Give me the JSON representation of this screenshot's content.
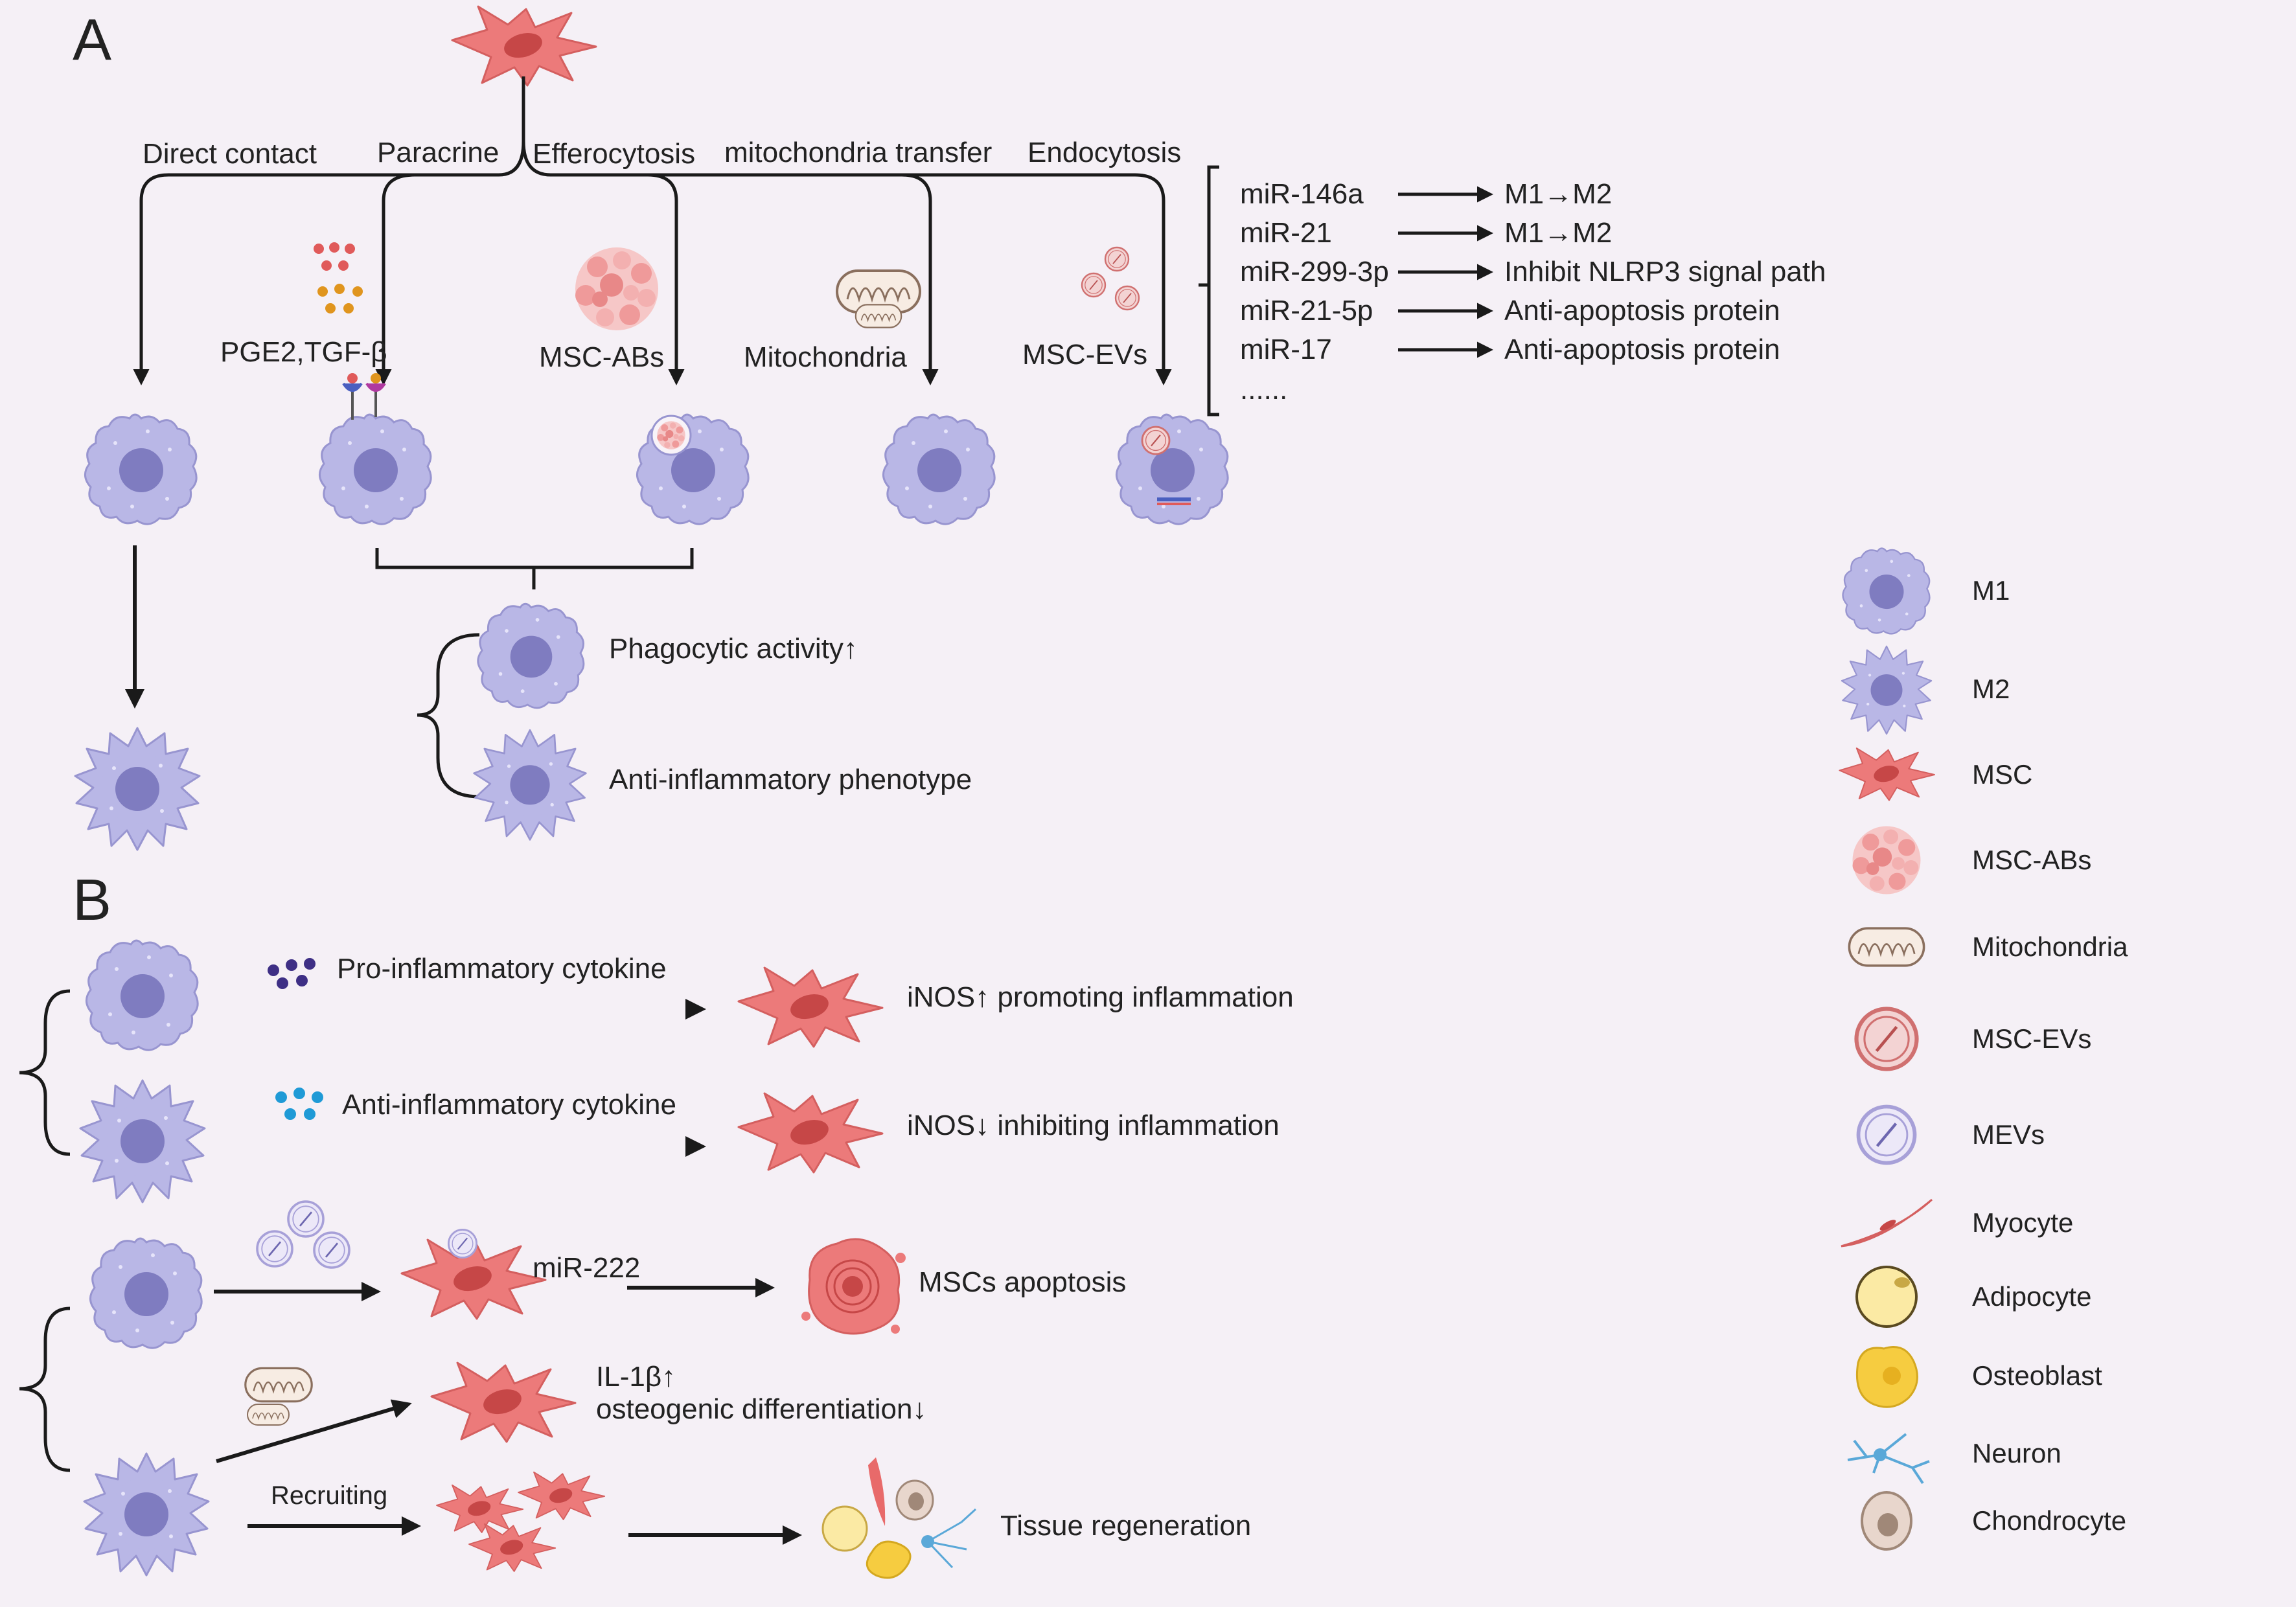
{
  "panel_a": {
    "label": "A",
    "pathways": {
      "direct": "Direct contact",
      "paracrine": "Paracrine",
      "efferocytosis": "Efferocytosis",
      "mito": "mitochondria transfer",
      "endocytosis": "Endocytosis"
    },
    "mediators": {
      "pge": "PGE2,TGF-β",
      "abs": "MSC-ABs",
      "mito": "Mitochondria",
      "evs": "MSC-EVs"
    },
    "mirnas": [
      {
        "name": "miR-146a",
        "effect": "M1→M2"
      },
      {
        "name": "miR-21",
        "effect": "M1→M2"
      },
      {
        "name": "miR-299-3p",
        "effect": "Inhibit NLRP3 signal path"
      },
      {
        "name": "miR-21-5p",
        "effect": "Anti-apoptosis protein"
      },
      {
        "name": "miR-17",
        "effect": "Anti-apoptosis protein"
      }
    ],
    "mirna_more": "......",
    "outcomes": {
      "phago": "Phagocytic activity↑",
      "anti": "Anti-inflammatory phenotype"
    }
  },
  "panel_b": {
    "label": "B",
    "pro_cytokine": "Pro-inflammatory cytokine",
    "anti_cytokine": "Anti-inflammatory cytokine",
    "inos_up": "iNOS↑  promoting inflammation",
    "inos_down": "iNOS↓  inhibiting  inflammation",
    "mir222": "miR-222",
    "apoptosis": "MSCs apoptosis",
    "il1b": "IL-1β↑",
    "osteo": "osteogenic differentiation↓",
    "recruiting": "Recruiting",
    "regen": "Tissue regeneration"
  },
  "legend": [
    {
      "icon": "m1",
      "label": "M1"
    },
    {
      "icon": "m2",
      "label": "M2"
    },
    {
      "icon": "msc",
      "label": "MSC"
    },
    {
      "icon": "abs",
      "label": "MSC-ABs"
    },
    {
      "icon": "mito",
      "label": "Mitochondria"
    },
    {
      "icon": "ev",
      "label": "MSC-EVs"
    },
    {
      "icon": "mev",
      "label": "MEVs"
    },
    {
      "icon": "myocyte",
      "label": "Myocyte"
    },
    {
      "icon": "adipocyte",
      "label": "Adipocyte"
    },
    {
      "icon": "osteoblast",
      "label": "Osteoblast"
    },
    {
      "icon": "neuron",
      "label": "Neuron"
    },
    {
      "icon": "chondrocyte",
      "label": "Chondrocyte"
    }
  ],
  "colors": {
    "macrophage": "#b9b7e6",
    "macrophage_nucleus": "#7f7cc0",
    "msc": "#ec7a7a",
    "arrow": "#1a1a1a"
  }
}
